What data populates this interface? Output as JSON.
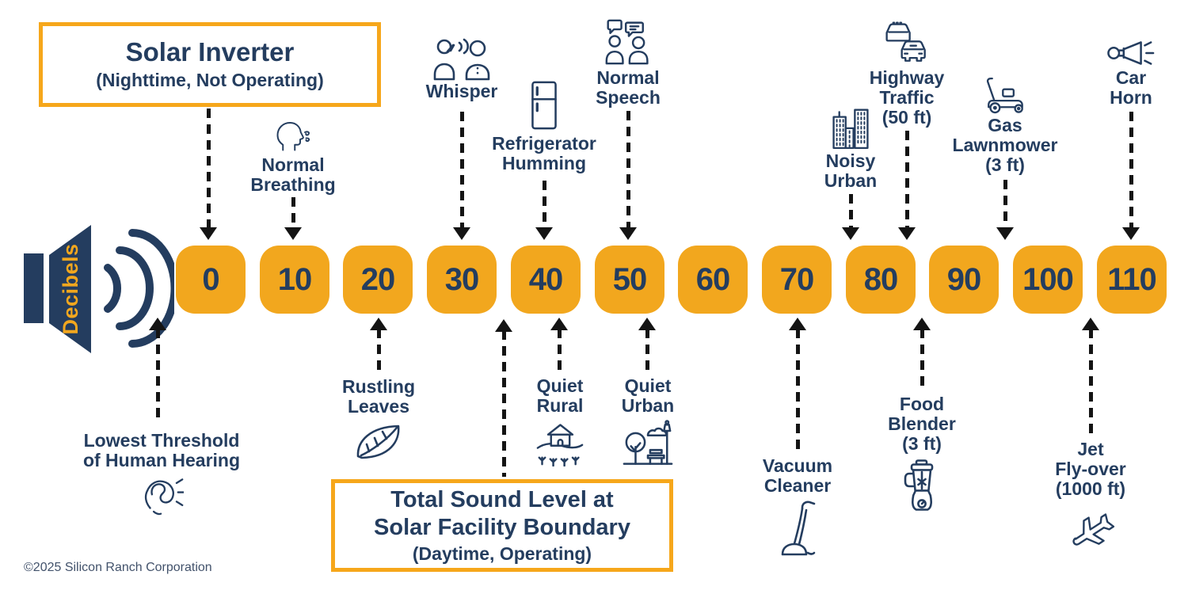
{
  "colors": {
    "accent_orange": "#F2A71E",
    "callout_border_orange": "#F6A71B",
    "navy": "#243D5F",
    "arrow_black": "#141414",
    "copyright_gray": "#42526B"
  },
  "scale": {
    "label": "Decibels",
    "unit_boxes": [
      "0",
      "10",
      "20",
      "30",
      "40",
      "50",
      "60",
      "70",
      "80",
      "90",
      "100",
      "110"
    ]
  },
  "callouts": {
    "solar_inverter": {
      "title": "Solar Inverter",
      "subtitle": "(Nighttime, Not Operating)",
      "points_at_db_approx": 0
    },
    "total_sound": {
      "line1": "Total Sound Level at",
      "line2": "Solar Facility Boundary",
      "subtitle": "(Daytime, Operating)",
      "points_at_db_approx": 35
    }
  },
  "annotations": {
    "top": [
      {
        "id": "normal-breathing",
        "icon": "breathing-face",
        "lines": [
          "Normal",
          "Breathing"
        ],
        "points_at_db_approx": 10
      },
      {
        "id": "whisper",
        "icon": "whisper-people",
        "lines": [
          "Whisper"
        ],
        "points_at_db_approx": 30
      },
      {
        "id": "refrigerator-humming",
        "icon": "refrigerator",
        "lines": [
          "Refrigerator",
          "Humming"
        ],
        "points_at_db_approx": 40
      },
      {
        "id": "normal-speech",
        "icon": "speech-people",
        "lines": [
          "Normal",
          "Speech"
        ],
        "points_at_db_approx": 50
      },
      {
        "id": "noisy-urban",
        "icon": "city-buildings",
        "lines": [
          "Noisy",
          "Urban"
        ],
        "points_at_db_approx": 80
      },
      {
        "id": "highway-traffic",
        "icon": "traffic-cars",
        "lines": [
          "Highway",
          "Traffic",
          "(50 ft)"
        ],
        "points_at_db_approx": 85
      },
      {
        "id": "gas-lawnmower",
        "icon": "lawnmower",
        "lines": [
          "Gas",
          "Lawnmower",
          "(3 ft)"
        ],
        "points_at_db_approx": 95
      },
      {
        "id": "car-horn",
        "icon": "car-horn",
        "lines": [
          "Car",
          "Horn"
        ],
        "points_at_db_approx": 110
      }
    ],
    "bottom": [
      {
        "id": "lowest-threshold",
        "icon": "ear",
        "lines": [
          "Lowest Threshold",
          "of Human Hearing"
        ],
        "points_at_db_approx": 0
      },
      {
        "id": "rustling-leaves",
        "icon": "leaf",
        "lines": [
          "Rustling",
          "Leaves"
        ],
        "points_at_db_approx": 20
      },
      {
        "id": "quiet-rural",
        "icon": "rural-house",
        "lines": [
          "Quiet",
          "Rural"
        ],
        "points_at_db_approx": 40
      },
      {
        "id": "quiet-urban",
        "icon": "urban-park",
        "lines": [
          "Quiet",
          "Urban"
        ],
        "points_at_db_approx": 50
      },
      {
        "id": "vacuum-cleaner",
        "icon": "vacuum",
        "lines": [
          "Vacuum",
          "Cleaner"
        ],
        "points_at_db_approx": 70
      },
      {
        "id": "food-blender",
        "icon": "blender",
        "lines": [
          "Food",
          "Blender",
          "(3 ft)"
        ],
        "points_at_db_approx": 87
      },
      {
        "id": "jet-flyover",
        "icon": "jet",
        "lines": [
          "Jet",
          "Fly-over",
          "(1000 ft)"
        ],
        "points_at_db_approx": 105
      }
    ]
  },
  "footer": {
    "copyright": "©2025 Silicon Ranch Corporation"
  }
}
